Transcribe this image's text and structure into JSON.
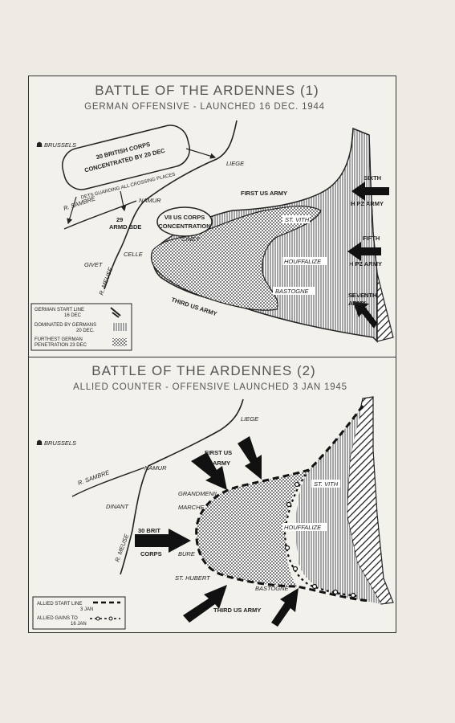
{
  "map1": {
    "title": "BATTLE OF THE ARDENNES (1)",
    "subtitle": "GERMAN OFFENSIVE - LAUNCHED 16 DEC. 1944",
    "places": {
      "brussels": "BRUSSELS",
      "liege": "LIEGE",
      "namur": "NAMUR",
      "sambre": "R. SAMBRE",
      "meuse": "R. MEUSE",
      "givet": "GIVET",
      "celle": "CELLE",
      "ciney": "CINEY",
      "st_vith": "ST. VITH",
      "houffalize": "HOUFFALIZE",
      "bastogne": "BASTOGNE"
    },
    "units": {
      "british_corps_line1": "30 BRITISH CORPS",
      "british_corps_line2": "CONCENTRATED BY 20 DEC",
      "dets_guarding": "DETS GUARDING ALL CROSSING PLACES",
      "armd_bde_29": "29",
      "armd_bde_text": "ARMD BDE",
      "vii_corps_line1": "VII US CORPS",
      "vii_corps_line2": "CONCENTRATION",
      "first_us_army": "FIRST US ARMY",
      "third_us_army": "THIRD US ARMY",
      "sixth": "SIXTH",
      "sixth_sub": "H PZ ARMY",
      "fifth": "FIFTH",
      "fifth_sub": "H PZ ARMY",
      "seventh": "SEVENTH",
      "seventh_sub": "ARMY"
    },
    "legend": {
      "start_line_1": "GERMAN START LINE",
      "start_line_2": "16 DEC",
      "dominated_1": "DOMINATED BY GERMANS",
      "dominated_2": "20 DEC.",
      "furthest_1": "FURTHEST GERMAN",
      "furthest_2": "PENETRATION 23 DEC"
    }
  },
  "map2": {
    "title": "BATTLE OF THE ARDENNES (2)",
    "subtitle": "ALLIED COUNTER - OFFENSIVE LAUNCHED 3 JAN 1945",
    "places": {
      "brussels": "BRUSSELS",
      "liege": "LIEGE",
      "namur": "NAMUR",
      "sambre": "R. SAMBRE",
      "meuse": "R. MEUSE",
      "dinant": "DINANT",
      "grandmenil": "GRANDMENIL",
      "marche": "MARCHE",
      "bure": "BURE",
      "st_hubert": "ST. HUBERT",
      "bastogne": "BASTOGNE",
      "st_vith": "ST. VITH",
      "houffalize": "HOUFFALIZE"
    },
    "units": {
      "first_us_1": "FIRST US",
      "first_us_2": "ARMY",
      "brit_corps_1": "30 BRIT",
      "brit_corps_2": "CORPS",
      "third_us_army": "THIRD US ARMY"
    },
    "legend": {
      "start_line_1": "ALLIED START LINE",
      "start_line_2": "3 JAN",
      "gains_1": "ALLIED GAINS TO",
      "gains_2": "16 JAN"
    }
  },
  "colors": {
    "page": "#eeeae4",
    "ink": "#222222",
    "frame": "#333333"
  }
}
